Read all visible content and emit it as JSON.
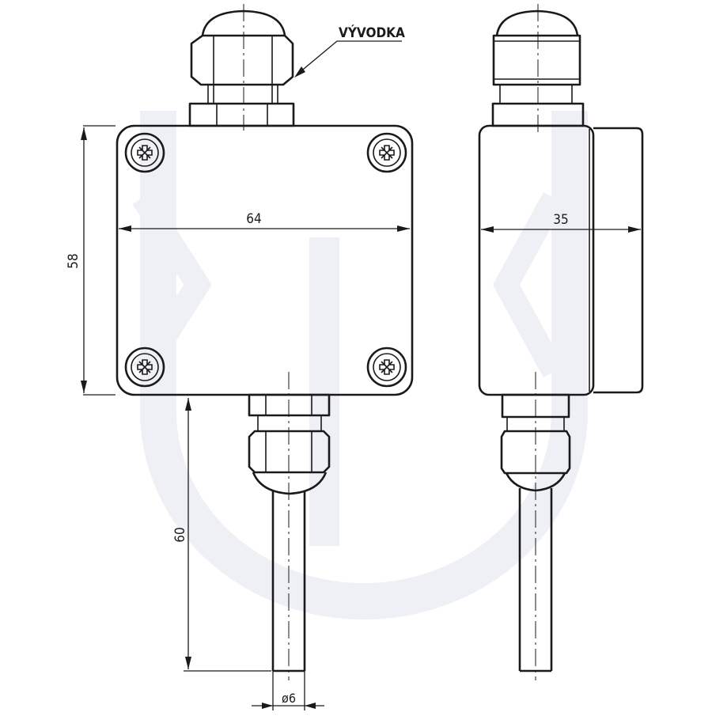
{
  "labels": {
    "cable_gland": "VÝVODKA",
    "width": "64",
    "height": "58",
    "depth": "35",
    "probe_length": "60",
    "probe_diameter": "ø6"
  },
  "colors": {
    "line": "#1a1a1a",
    "watermark": "#eef0f6",
    "background": "#ffffff"
  }
}
